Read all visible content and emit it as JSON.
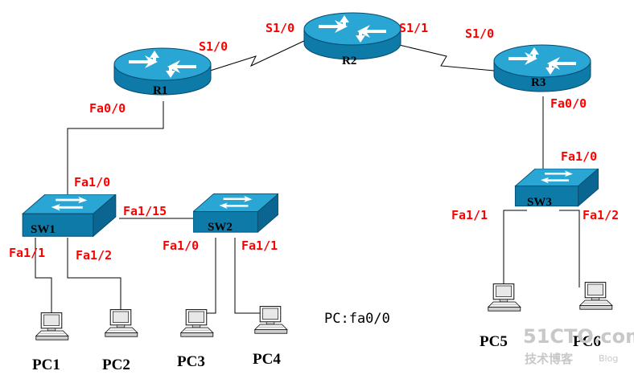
{
  "colors": {
    "interface_label": "#ff0000",
    "device_top": "#2aa6d4",
    "device_side": "#0d7aa8",
    "device_edge": "#054a6e",
    "watermark": "#c8c8c8"
  },
  "routers": {
    "r1": {
      "name": "R1"
    },
    "r2": {
      "name": "R2"
    },
    "r3": {
      "name": "R3"
    }
  },
  "switches": {
    "sw1": {
      "name": "SW1"
    },
    "sw2": {
      "name": "SW2"
    },
    "sw3": {
      "name": "SW3"
    }
  },
  "pcs": {
    "pc1": {
      "name": "PC1"
    },
    "pc2": {
      "name": "PC2"
    },
    "pc3": {
      "name": "PC3"
    },
    "pc4": {
      "name": "PC4"
    },
    "pc5": {
      "name": "PC5"
    },
    "pc6": {
      "name": "PC6"
    }
  },
  "interfaces": {
    "r1_s10": "S1/0",
    "r2_s10": "S1/0",
    "r2_s11": "S1/1",
    "r3_s10": "S1/0",
    "r1_fa00": "Fa0/0",
    "r3_fa00": "Fa0/0",
    "sw1_fa10": "Fa1/0",
    "sw1_fa115": "Fa1/15",
    "sw1_fa11": "Fa1/1",
    "sw1_fa12": "Fa1/2",
    "sw2_fa10": "Fa1/0",
    "sw2_fa11": "Fa1/1",
    "sw3_fa10": "Fa1/0",
    "sw3_fa11": "Fa1/1",
    "sw3_fa12": "Fa1/2"
  },
  "note": "PC:fa0/0",
  "watermark": {
    "main": "51CTO.com",
    "sub": "技术博客",
    "blog": "Blog"
  }
}
